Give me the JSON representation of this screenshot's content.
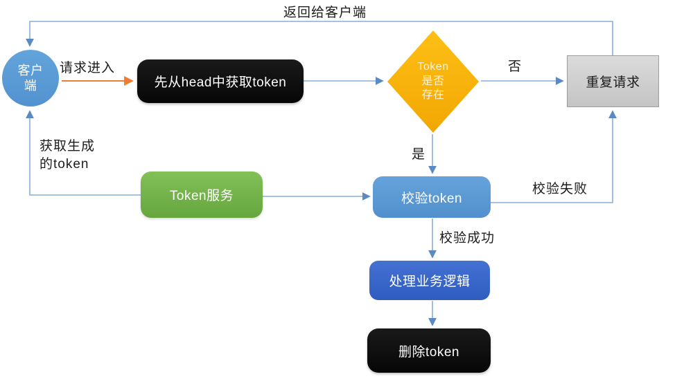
{
  "diagram": {
    "type": "flowchart",
    "nodes": {
      "client": {
        "label": "客户\n端",
        "shape": "circle",
        "color": "#5B9BD5"
      },
      "get_token_from_head": {
        "label": "先从head中获取token",
        "shape": "rounded-rect",
        "color": "#0D0D0D"
      },
      "token_exists_decision": {
        "label": "Token\n是否\n存在",
        "shape": "diamond",
        "color": "#FFC000"
      },
      "repeat_request": {
        "label": "重复请求",
        "shape": "rect",
        "color": "#CFCFCF"
      },
      "token_service": {
        "label": "Token服务",
        "shape": "rounded-rect",
        "color": "#70AD47"
      },
      "verify_token": {
        "label": "校验token",
        "shape": "rounded-rect",
        "color": "#5B9BD5"
      },
      "handle_business_logic": {
        "label": "处理业务逻辑",
        "shape": "rounded-rect",
        "color": "#3565C9"
      },
      "delete_token": {
        "label": "删除token",
        "shape": "rounded-rect",
        "color": "#0D0D0D"
      }
    },
    "edge_labels": {
      "return_to_client": "返回给客户端",
      "request_in": "请求进入",
      "no": "否",
      "yes": "是",
      "obtain_generated_token": "获取生成\n的token",
      "verify_failed": "校验失败",
      "verify_succeeded": "校验成功"
    },
    "edges": [
      {
        "from": "repeat_request",
        "to": "client",
        "label": "返回给客户端"
      },
      {
        "from": "client",
        "to": "get_token_from_head",
        "label": "请求进入"
      },
      {
        "from": "get_token_from_head",
        "to": "token_exists_decision",
        "label": ""
      },
      {
        "from": "token_exists_decision",
        "to": "repeat_request",
        "label": "否"
      },
      {
        "from": "token_exists_decision",
        "to": "verify_token",
        "label": "是"
      },
      {
        "from": "token_service",
        "to": "client",
        "label": "获取生成的token"
      },
      {
        "from": "token_service",
        "to": "verify_token",
        "label": ""
      },
      {
        "from": "verify_token",
        "to": "repeat_request",
        "label": "校验失败"
      },
      {
        "from": "verify_token",
        "to": "handle_business_logic",
        "label": "校验成功"
      },
      {
        "from": "handle_business_logic",
        "to": "delete_token",
        "label": ""
      }
    ],
    "colors": {
      "connector_blue": "#85AEDC",
      "arrowhead_blue": "#5B8AC2",
      "request_arrow_orange": "#ED7D31",
      "label_text": "#1C1C1C",
      "node_text": "#FFFFFF"
    }
  }
}
